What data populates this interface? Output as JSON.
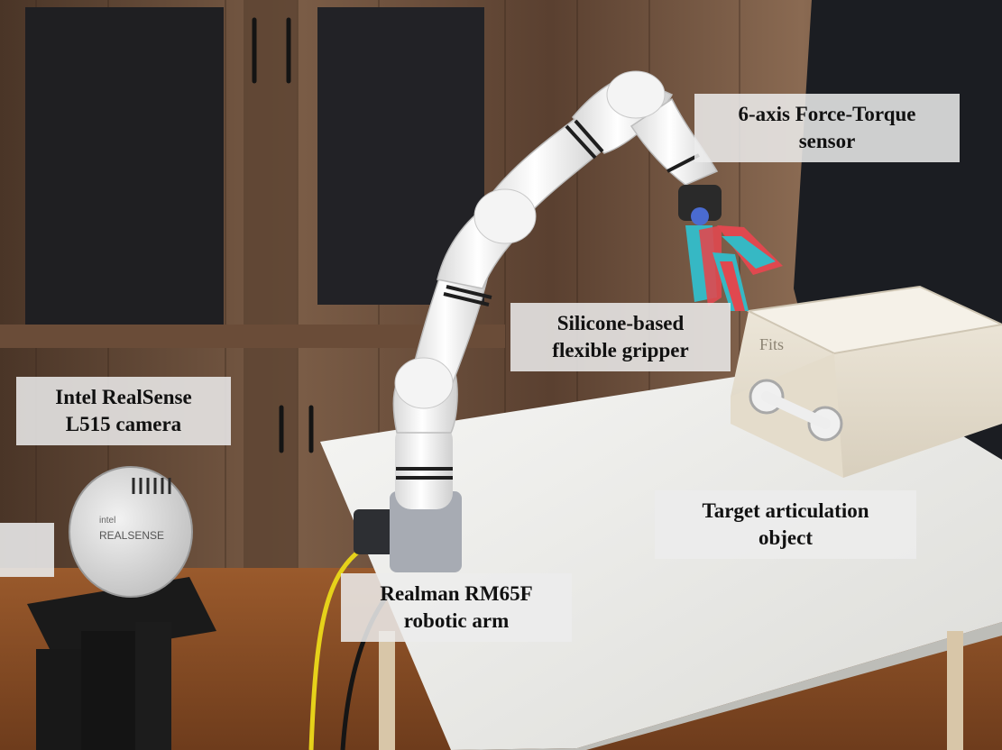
{
  "labels": {
    "force_torque": [
      "6-axis Force-Torque",
      "sensor"
    ],
    "gripper": [
      "Silicone-based",
      "flexible gripper"
    ],
    "camera": [
      "Intel RealSense",
      "L515 camera"
    ],
    "target": [
      "Target articulation",
      "object"
    ],
    "arm": [
      "Realman RM65F",
      "robotic arm"
    ]
  },
  "camera_branding": {
    "brand": "intel",
    "product": "REALSENSE"
  },
  "box_branding": {
    "logo": "Fits"
  },
  "colors": {
    "label_bg": "#ececec",
    "wood_dark": "#3b2a20",
    "wood_light": "#8a6a52",
    "table_top": "#f2f2f0",
    "robot_white": "#f4f4f4",
    "gripper_cyan": "#36b8c4",
    "gripper_red": "#e0484f",
    "cable_yellow": "#e6d21a"
  }
}
